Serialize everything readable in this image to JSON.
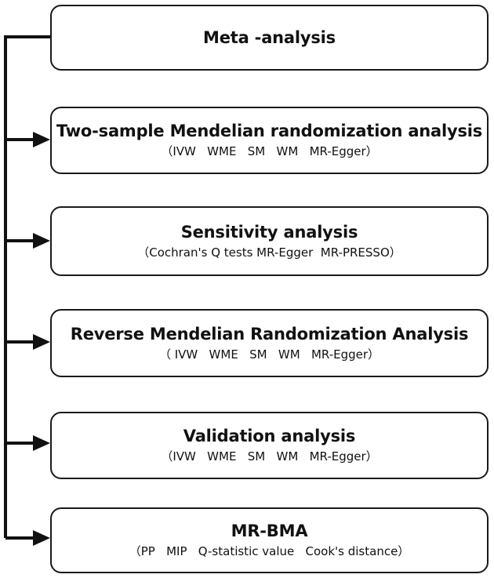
{
  "boxes": [
    {
      "title": "Meta -analysis",
      "subtitle": ""
    },
    {
      "title": "Two-sample Mendelian randomization analysis",
      "subtitle": "（IVW   WME   SM   WM   MR-Egger）"
    },
    {
      "title": "Sensitivity analysis",
      "subtitle": "（Cochran's Q tests MR-Egger  MR-PRESSO）"
    },
    {
      "title": "Reverse Mendelian Randomization Analysis",
      "subtitle": "（ IVW   WME   SM   WM   MR-Egger）"
    },
    {
      "title": "Validation analysis",
      "subtitle": "（IVW   WME   SM   WM   MR-Egger）"
    },
    {
      "title": "MR-BMA",
      "subtitle": "（PP   MIP   Q-statistic value   Cook's distance）"
    }
  ]
}
